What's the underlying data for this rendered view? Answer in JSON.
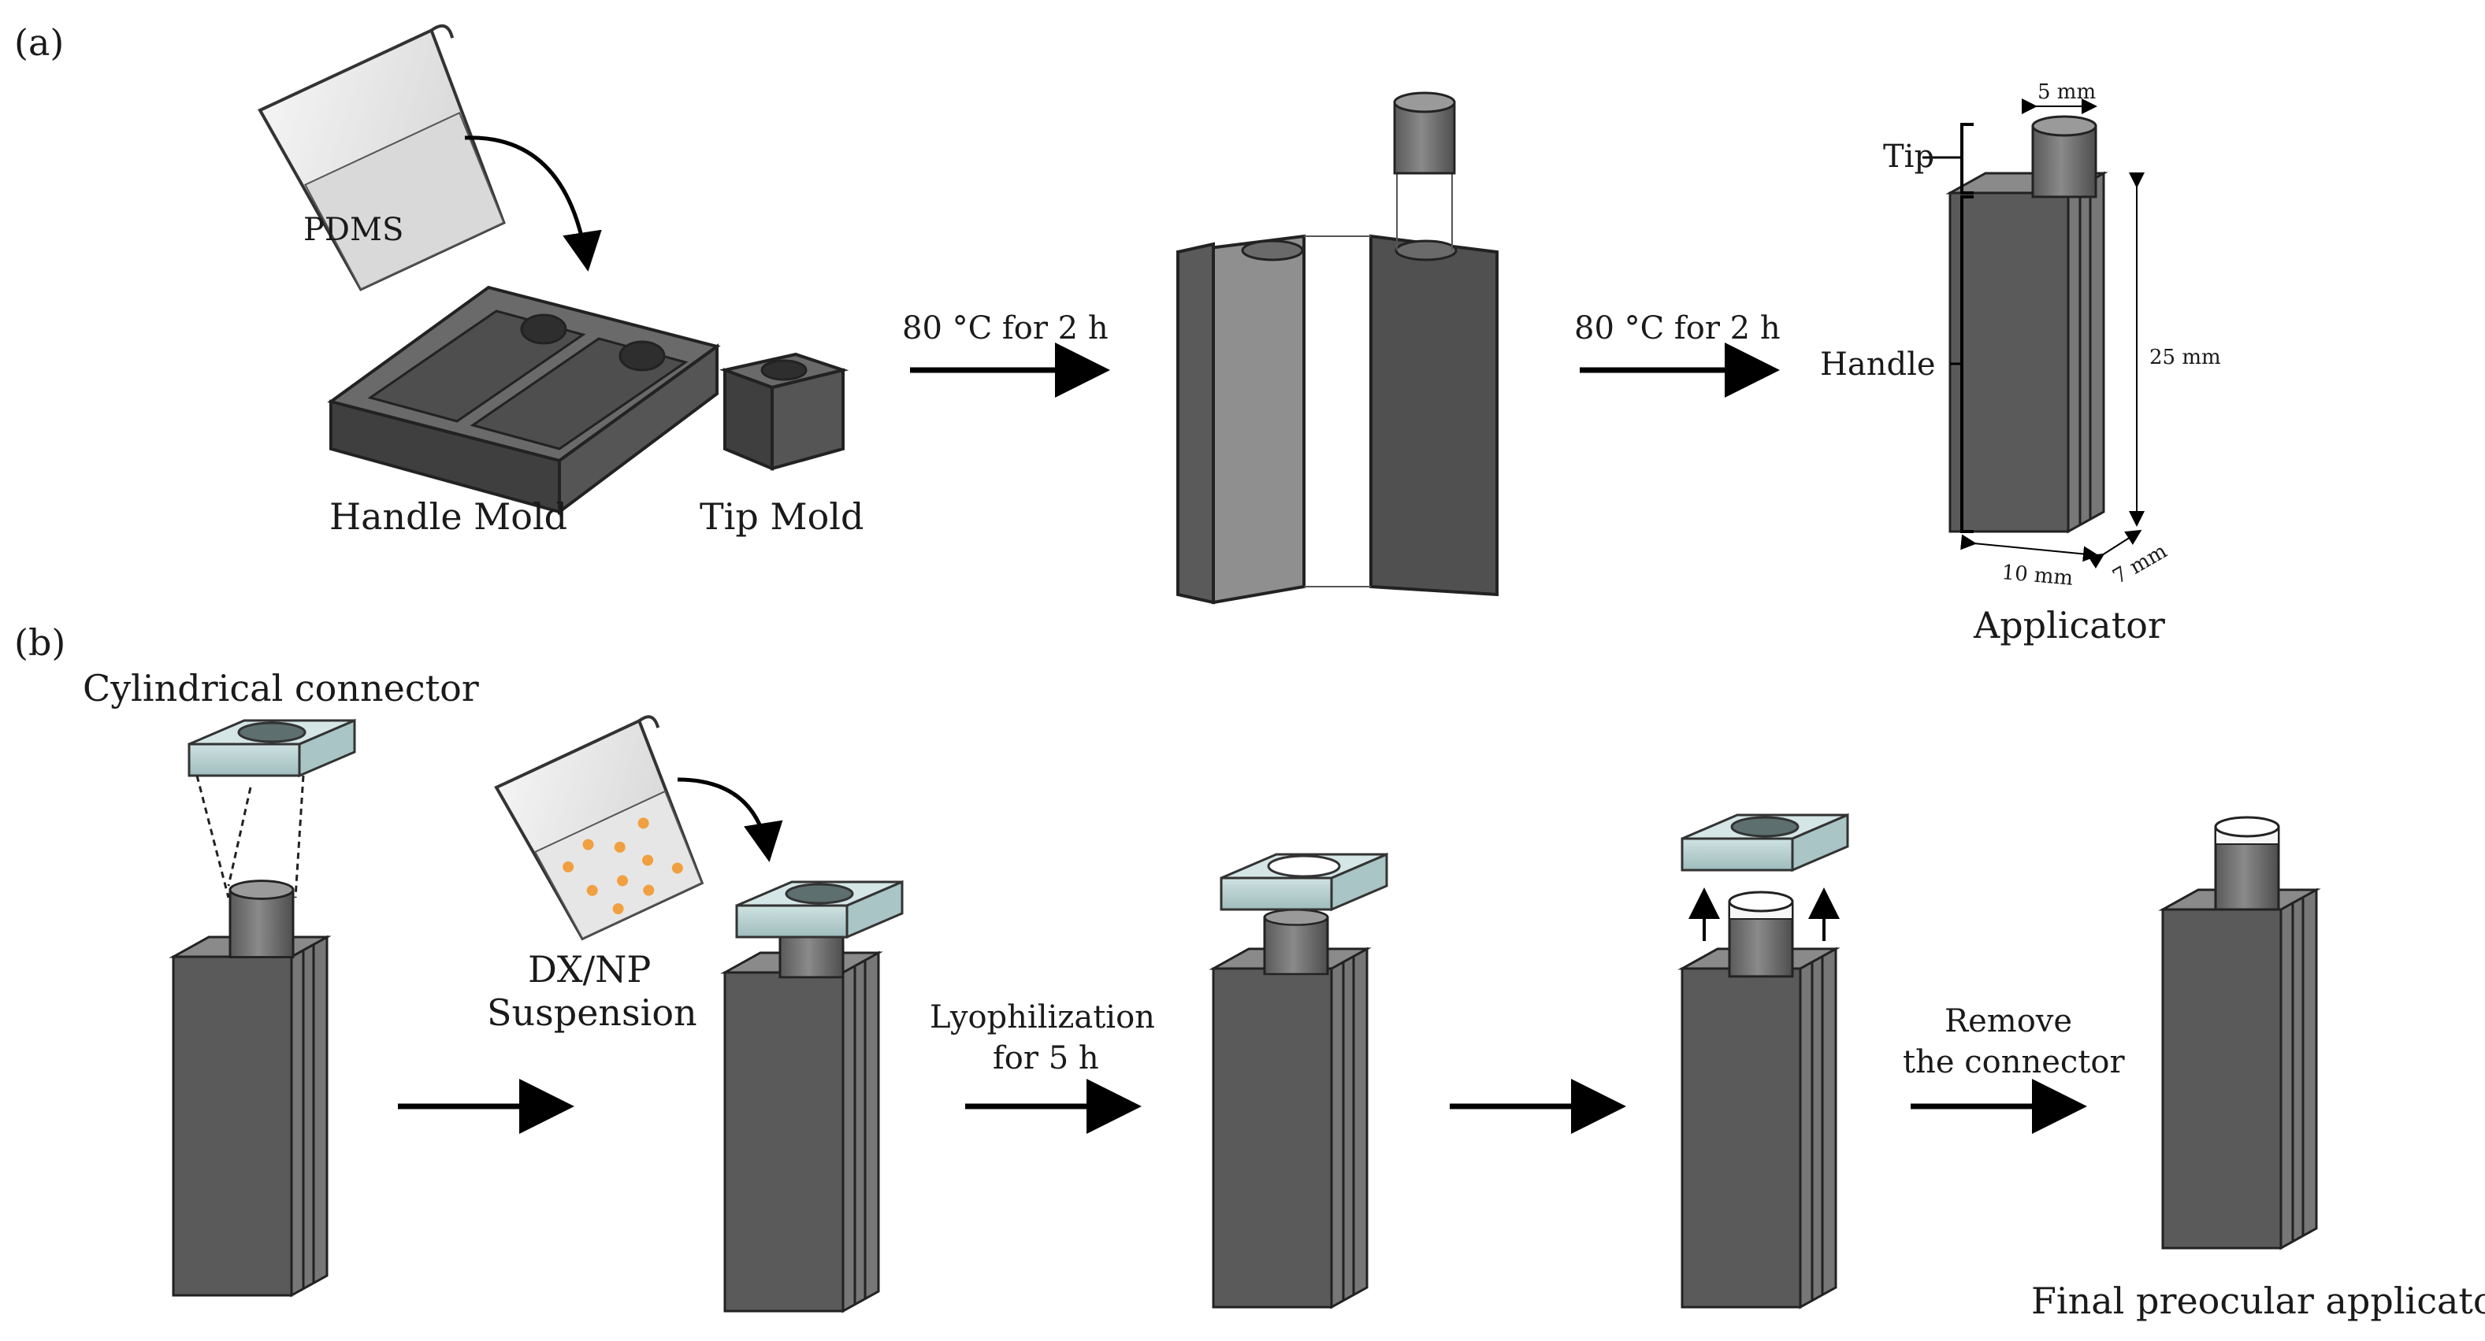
{
  "panel_a": {
    "label": "(a)",
    "beaker_label": "PDMS",
    "handle_mold_label": "Handle Mold",
    "tip_mold_label": "Tip Mold",
    "step1_text": "80 °C for 2 h",
    "step2_text": "80 °C for 2 h",
    "applicator": {
      "tip_label": "Tip",
      "handle_label": "Handle",
      "dim_tip": "5 mm",
      "dim_height": "25 mm",
      "dim_width": "10 mm",
      "dim_depth": "7 mm",
      "caption": "Applicator"
    }
  },
  "panel_b": {
    "label": "(b)",
    "connector_label": "Cylindrical connector",
    "suspension_label_line1": "DX/NP",
    "suspension_label_line2": "Suspension",
    "lyo_line1": "Lyophilization",
    "lyo_line2": "for 5 h",
    "remove_line1": "Remove",
    "remove_line2": "the connector",
    "final_caption": "Final preocular applicator"
  },
  "colors": {
    "dark_gray": "#4a4a4a",
    "mid_gray": "#6e6e6e",
    "light_gray": "#9a9a9a",
    "connector_teal": "#b8d2d2",
    "particle_orange": "#f0a040"
  }
}
